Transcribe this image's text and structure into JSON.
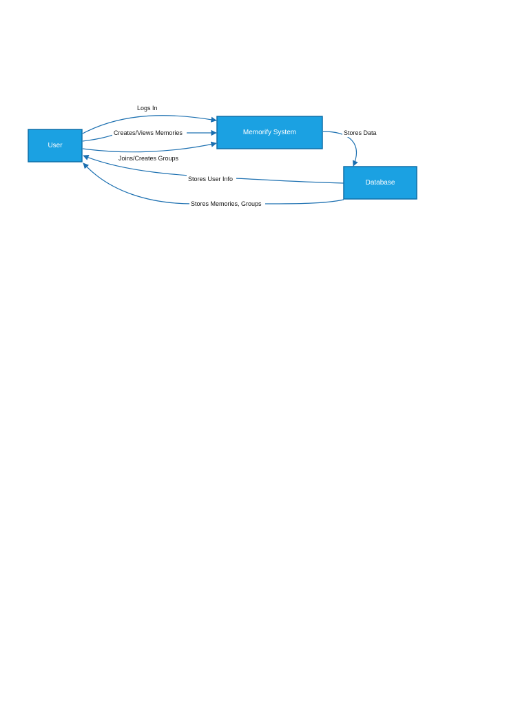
{
  "colors": {
    "node_fill": "#1ba1e2",
    "node_stroke": "#0f6fa8",
    "edge": "#1b6fb0",
    "node_text": "#ffffff",
    "edge_text": "#111111"
  },
  "nodes": {
    "user": {
      "label": "User"
    },
    "system": {
      "label": "Memorify System"
    },
    "database": {
      "label": "Database"
    }
  },
  "edges": {
    "logs_in": {
      "label": "Logs In",
      "from": "User",
      "to": "Memorify System"
    },
    "creates_views": {
      "label": "Creates/Views Memories",
      "from": "User",
      "to": "Memorify System"
    },
    "joins_creates": {
      "label": "Joins/Creates Groups",
      "from": "User",
      "to": "Memorify System"
    },
    "stores_data": {
      "label": "Stores Data",
      "from": "Memorify System",
      "to": "Database"
    },
    "stores_user_info": {
      "label": "Stores User Info",
      "from": "Database",
      "to": "User"
    },
    "stores_memories": {
      "label": "Stores Memories, Groups",
      "from": "Database",
      "to": "User"
    }
  }
}
